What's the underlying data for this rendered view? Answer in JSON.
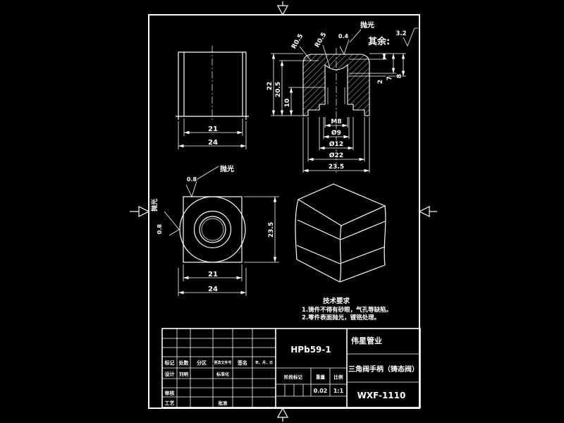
{
  "colors": {
    "background": "#000000",
    "line": "#ffffff"
  },
  "annotations": {
    "polish_top": "抛光",
    "polish_top_value": "0.4",
    "rest_label": "其余:",
    "rest_value": "3.2",
    "r05_left": "R0.5",
    "r05_right": "R0.5"
  },
  "front_view": {
    "dim_inner": "21",
    "dim_outer": "24"
  },
  "section_view": {
    "dim_height": "22",
    "dim_hole_depth": "20.5",
    "dim_thread_depth": "10",
    "dim_step_2": "2",
    "dim_step_7": "7",
    "dim_step_8": "8",
    "dim_thread": "M8",
    "dim_d9": "Ø9",
    "dim_d12": "Ø12",
    "dim_d22": "Ø22",
    "dim_width": "23.5"
  },
  "bottom_view": {
    "dim_inner": "21",
    "dim_outer": "24",
    "dim_height": "23.5",
    "polish_top_label": "抛光",
    "polish_top_value": "0.8",
    "polish_side_label": "抛光",
    "polish_side_value": "0.8"
  },
  "tech_req": {
    "title": "技术要求",
    "line1": "1.铸件不得有砂眼，气孔等缺陷。",
    "line2": "2.零件表面抛光，镀铬处理。"
  },
  "title_block": {
    "material": "HPb59-1",
    "company": "伟星管业",
    "part_name": "三角阀手柄（铸态阀）",
    "drawing_no": "WXF-1110",
    "headers": {
      "mark": "标记",
      "count": "处数",
      "zone": "分区",
      "change_file": "更改文件号",
      "sign": "签名",
      "date": "年、月、日"
    },
    "rows": {
      "design": "设计",
      "design_sign": "刘明",
      "standardization": "标准化",
      "check": "审核",
      "process": "工艺",
      "approve": "批准"
    },
    "stage_mark": "阶段标记",
    "weight_label": "重量",
    "weight_value": "0.02",
    "scale_label": "比例",
    "scale_value": "1:1"
  }
}
